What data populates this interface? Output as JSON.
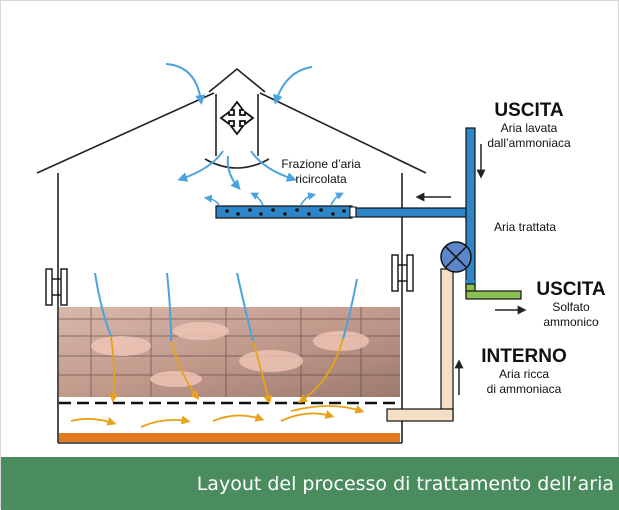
{
  "diagram": {
    "labels": {
      "uscita_top_title": "USCITA",
      "uscita_top_sub1": "Aria lavata",
      "uscita_top_sub2": "dall’ammoniaca",
      "aria_trattata": "Aria trattata",
      "uscita_right_title": "USCITA",
      "uscita_right_sub1": "Solfato",
      "uscita_right_sub2": "ammonico",
      "interno_title": "INTERNO",
      "interno_sub1": "Aria ricca",
      "interno_sub2": "di ammoniaca",
      "frazione_1": "Frazione d’aria",
      "frazione_2": "ricircolata"
    },
    "colors": {
      "air_arrow": "#4aa3df",
      "pipe_blue": "#2e86c8",
      "pipe_green": "#8bbf52",
      "pipe_beige": "#f3dfc6",
      "floor_orange": "#e3791f",
      "slurry_arrow": "#e8a21a",
      "pig_photo": "#c9a79a"
    },
    "icons": [
      "fan-icon",
      "valve-icon",
      "scrubber-icon",
      "window-icon"
    ]
  },
  "footer": {
    "caption": "Layout del processo di trattamento dell’aria"
  }
}
